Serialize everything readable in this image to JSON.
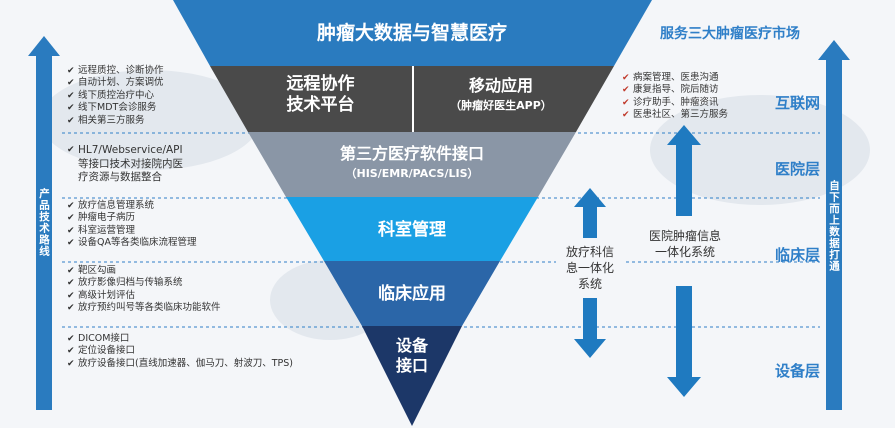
{
  "pyramid": {
    "top_title": "肿瘤大数据与智慧医疗",
    "remote": [
      "远程协作",
      "技术平台"
    ],
    "mobile_title": "移动应用",
    "mobile_sub": "（肿瘤好医生APP）",
    "third_title": "第三方医疗软件接口",
    "third_sub": "（HIS/EMR/PACS/LIS）",
    "dept": "科室管理",
    "clinical": "临床应用",
    "device": [
      "设备",
      "接口"
    ]
  },
  "left_lists": {
    "remote": [
      "远程质控、诊断协作",
      "自动计划、方案调优",
      "线下质控治疗中心",
      "线下MDT会诊服务",
      "相关第三方服务"
    ],
    "interface": [
      "HL7/Webservice/API",
      "等接口技术对接院内医",
      "疗资源与数据整合"
    ],
    "dept": [
      "放疗信息管理系统",
      "肿瘤电子病历",
      "科室运营管理",
      "设备QA等各类临床流程管理"
    ],
    "clinical": [
      "靶区勾画",
      "放疗影像归档与传输系统",
      "高级计划评估",
      "放疗预约叫号等各类临床功能软件"
    ],
    "device": [
      "DICOM接口",
      "定位设备接口",
      "放疗设备接口(直线加速器、伽马刀、射波刀、TPS)"
    ]
  },
  "right_list": [
    "病案管理、医患沟通",
    "康复指导、院后随访",
    "诊疗助手、肿瘤资讯",
    "医患社区、第三方服务"
  ],
  "market_title": "服务三大肿瘤医疗市场",
  "layers": [
    "互联网",
    "医院层",
    "临床层",
    "设备层"
  ],
  "left_axis": "产品技术路线",
  "right_axis": "自下而上数据打通",
  "middle_labels": {
    "dept_system": [
      "放疗科信",
      "息一体化",
      "系统"
    ],
    "hospital_system": [
      "医院肿瘤信息",
      "一体化系统"
    ]
  },
  "colors": {
    "top": "#2a7bbf",
    "remote": "#4a4a4a",
    "third": "#8a96a6",
    "dept": "#1aa0e4",
    "clinical": "#2b66a8",
    "device": "#1c3768",
    "accent": "#2f7fc8",
    "arrow": "#1f7ac0"
  }
}
